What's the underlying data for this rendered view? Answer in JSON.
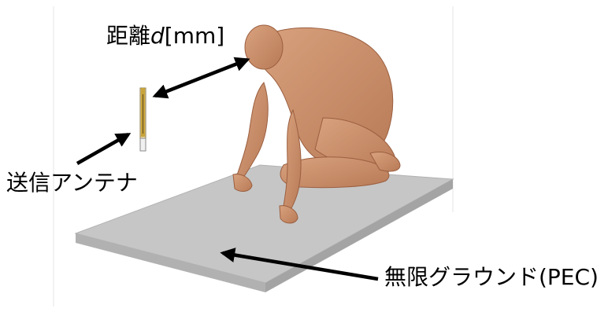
{
  "labels": {
    "distance_prefix": "距離",
    "distance_var": "d",
    "distance_unit": "[mm]",
    "antenna": "送信アンテナ",
    "ground": "無限グラウンド(PEC)"
  },
  "colors": {
    "body_skin": "#c98e6a",
    "body_shadow": "#a66b4c",
    "ground_top": "#c6c6c6",
    "ground_side": "#aeaeae",
    "antenna_gold": "#c9a43a",
    "arrow": "#000000"
  },
  "icons": {
    "human_model": "kneeling-human-phantom",
    "antenna": "dipole-antenna"
  }
}
